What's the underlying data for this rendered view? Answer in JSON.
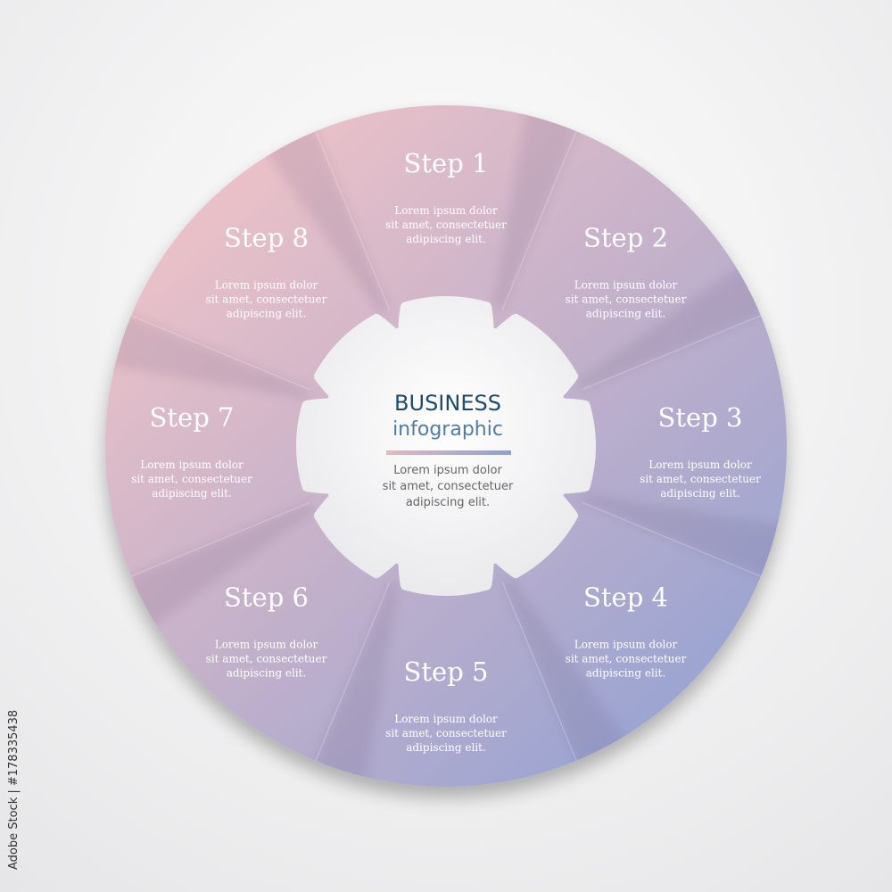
{
  "center": {
    "title": "BUSINESS",
    "subtitle": "infographic",
    "desc_lines": [
      "Lorem ipsum dolor",
      "sit amet, consectetuer",
      "adipiscing elit."
    ]
  },
  "steps": [
    {
      "label": "Step 1",
      "lines": [
        "Lorem ipsum dolor",
        "sit amet, consectetuer",
        "adipiscing elit."
      ]
    },
    {
      "label": "Step 2",
      "lines": [
        "Lorem ipsum dolor",
        "sit amet, consectetuer",
        "adipiscing elit."
      ]
    },
    {
      "label": "Step 3",
      "lines": [
        "Lorem ipsum dolor",
        "sit amet, consectetuer",
        "adipiscing elit."
      ]
    },
    {
      "label": "Step 4",
      "lines": [
        "Lorem ipsum dolor",
        "sit amet, consectetuer",
        "adipiscing elit."
      ]
    },
    {
      "label": "Step 5",
      "lines": [
        "Lorem ipsum dolor",
        "sit amet, consectetuer",
        "adipiscing elit."
      ]
    },
    {
      "label": "Step 6",
      "lines": [
        "Lorem ipsum dolor",
        "sit amet, consectetuer",
        "adipiscing elit."
      ]
    },
    {
      "label": "Step 7",
      "lines": [
        "Lorem ipsum dolor",
        "sit amet, consectetuer",
        "adipiscing elit."
      ]
    },
    {
      "label": "Step 8",
      "lines": [
        "Lorem ipsum dolor",
        "sit amet, consectetuer",
        "adipiscing elit."
      ]
    }
  ],
  "colors": {
    "gradient_start": "#efc3c8",
    "gradient_mid": "#c4b1ca",
    "gradient_end": "#97a3d2",
    "center_fill": "#f6f6f7",
    "title": "#1e4a6b",
    "subtitle": "#4f7ca6",
    "divider_start": "#e8b7c0",
    "divider_end": "#8ba0d6"
  },
  "watermark": "Adobe Stock | #178335438"
}
